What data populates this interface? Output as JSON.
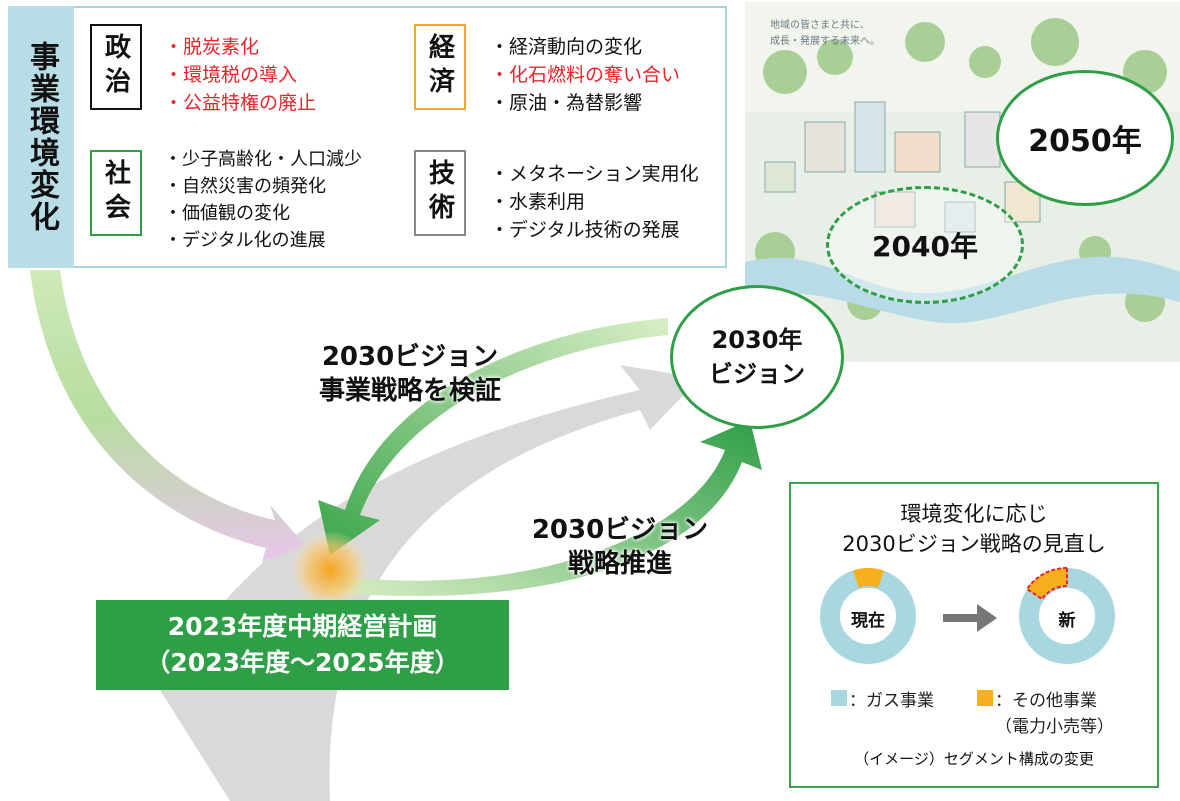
{
  "pest": {
    "header": "事業環境変化",
    "politics": {
      "label": "政治",
      "items": [
        "脱炭素化",
        "環境税の導入",
        "公益特権の廃止"
      ]
    },
    "economy": {
      "label": "経済",
      "items": [
        "経済動向の変化",
        "化石燃料の奪い合い",
        "原油・為替影響"
      ]
    },
    "society": {
      "label": "社会",
      "items": [
        "少子高齢化・人口減少",
        "自然災害の頻発化",
        "価値観の変化",
        "デジタル化の進展"
      ]
    },
    "technology": {
      "label": "技術",
      "items": [
        "メタネーション実用化",
        "水素利用",
        "デジタル技術の発展"
      ]
    }
  },
  "illustration": {
    "caption_line1": "地域の皆さまと共に、",
    "caption_line2": "成長・発展する未来へ。"
  },
  "milestones": {
    "y2050": "2050年",
    "y2040": "2040年",
    "vision_line1": "2030年",
    "vision_line2": "ビジョン"
  },
  "arrows": {
    "verify_line1": "2030ビジョン",
    "verify_line2": "事業戦略を検証",
    "promote_line1": "2030ビジョン",
    "promote_line2": "戦略推進"
  },
  "plan": {
    "line1": "2023年度中期経営計画",
    "line2": "（2023年度～2025年度）"
  },
  "segment": {
    "title_line1": "環境変化に応じ",
    "title_line2": "2030ビジョン戦略の見直し",
    "current": "現在",
    "new": "新",
    "legend_gas": "：ガス事業",
    "legend_other_line1": "：その他事業",
    "legend_other_line2": "（電力小売等）",
    "note": "（イメージ）セグメント構成の変更",
    "colors": {
      "gas": "#a8d7df",
      "other": "#f5b01c",
      "outline": "#e8242c"
    }
  },
  "colors": {
    "accent_green": "#2e9e47",
    "panel_border": "#a9d3de",
    "red_text": "#e8242c"
  }
}
